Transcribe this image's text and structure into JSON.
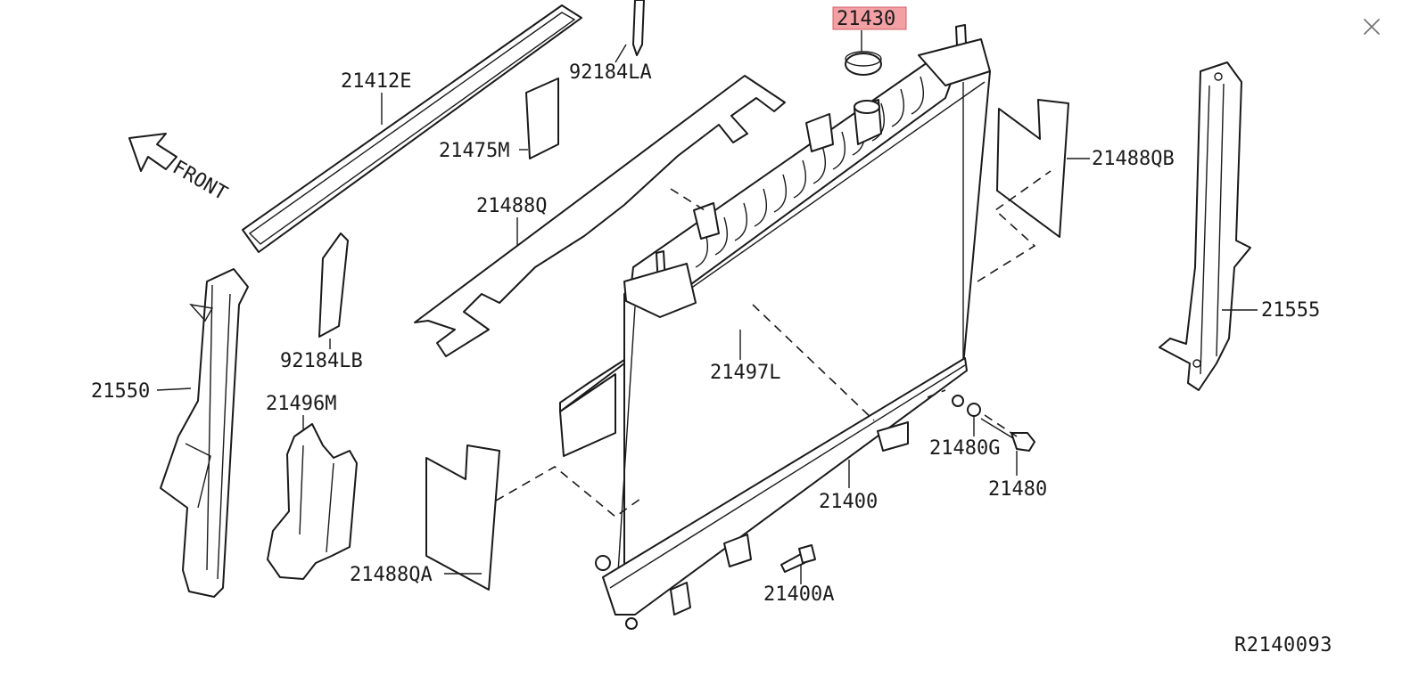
{
  "diagram": {
    "reference_code": "R2140093",
    "front_label": "FRONT",
    "highlighted_part": "21430",
    "parts": {
      "p21430": "21430",
      "p92184LA": "92184LA",
      "p21412E": "21412E",
      "p21475M": "21475M",
      "p21488Q": "21488Q",
      "p21488QB": "21488QB",
      "p92184LB": "92184LB",
      "p21550": "21550",
      "p21496M": "21496M",
      "p21497L": "21497L",
      "p21555": "21555",
      "p21480G": "21480G",
      "p21480": "21480",
      "p21400": "21400",
      "p21488QA": "21488QA",
      "p21400A": "21400A"
    }
  },
  "window": {
    "close_icon": "close-icon"
  },
  "colors": {
    "highlight": "#f2a0a4",
    "line": "#1a1a1a",
    "background": "#ffffff"
  }
}
